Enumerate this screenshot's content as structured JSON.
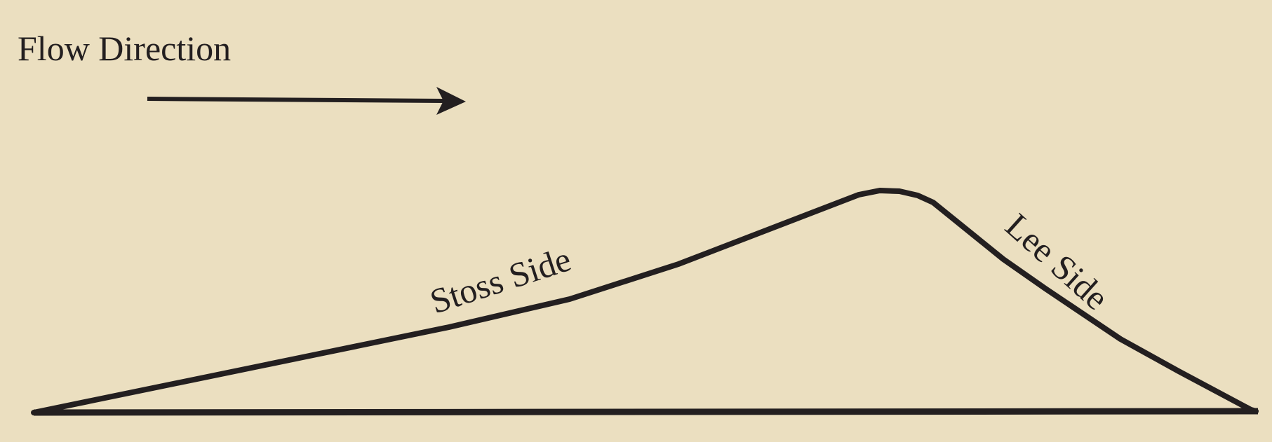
{
  "labels": {
    "flow_direction": "Flow Direction",
    "stoss_side": "Stoss Side",
    "lee_side": "Lee Side"
  },
  "colors": {
    "background": "#ebdfc0",
    "ink": "#231f20"
  },
  "icons": {
    "flow_arrow": "arrow-right-icon"
  }
}
